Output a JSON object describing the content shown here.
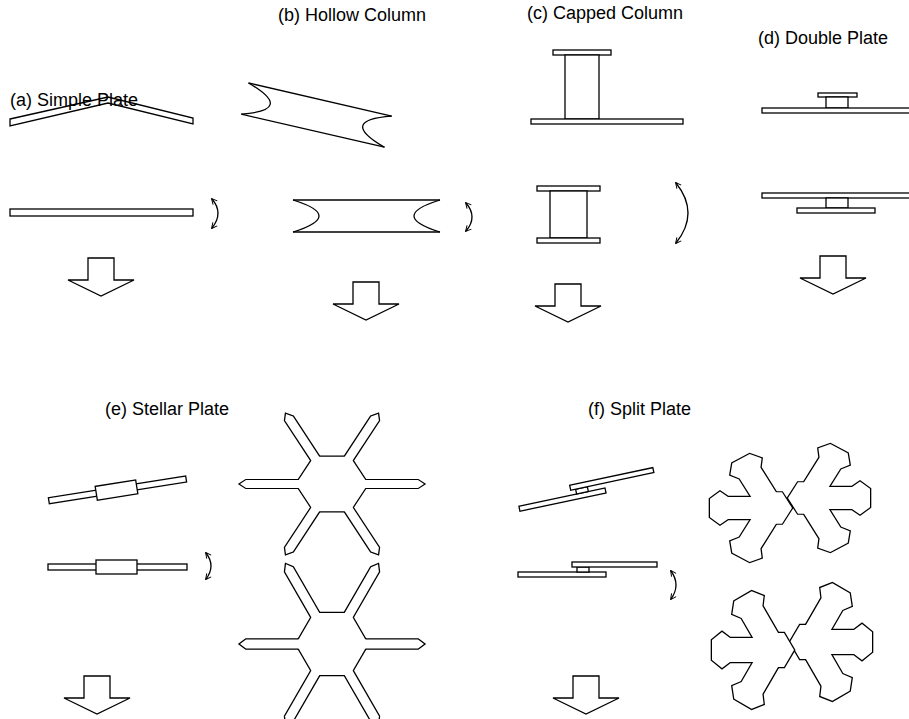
{
  "diagram": {
    "labels": [
      "(a) Simple Plate",
      "(b) Hollow Column",
      "(c) Capped Column",
      "(d) Double Plate",
      "(e) Stellar Plate",
      "(f) Split Plate"
    ]
  }
}
